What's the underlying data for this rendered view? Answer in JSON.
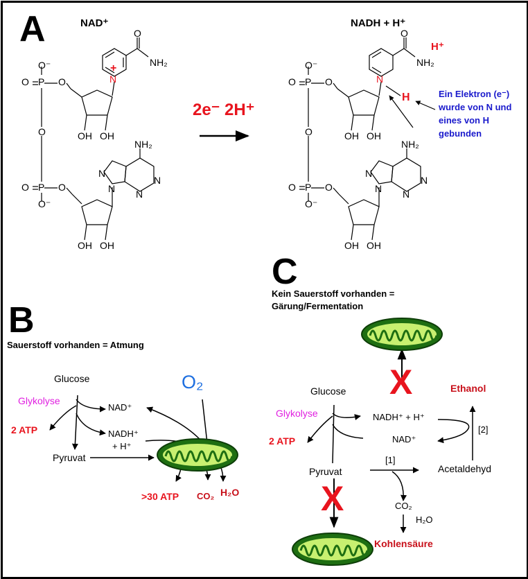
{
  "panel_a": {
    "letter": "A",
    "left_title": "NAD⁺",
    "right_title": "NADH + H⁺",
    "reaction_label": "2e⁻ 2H⁺",
    "h_plus": "H⁺",
    "h_label": "H",
    "note_line1": "Ein Elektron (e⁻)",
    "note_line2": "wurde von N und",
    "note_line3": "eines von H",
    "note_line4": "gebunden",
    "atoms": {
      "O": "O",
      "P": "P",
      "OH": "OH",
      "N": "N",
      "NH2": "NH₂",
      "Om": "O⁻",
      "plus": "+"
    }
  },
  "panel_b": {
    "letter": "B",
    "subtitle": "Sauerstoff vorhanden = Atmung",
    "glucose": "Glucose",
    "glykolyse": "Glykolyse",
    "atp2": "2 ATP",
    "nad": "NAD⁺",
    "nadh1": "NADH⁺",
    "nadh2": "+ H⁺",
    "pyruvat": "Pyruvat",
    "o2": "O₂",
    "atp30": ">30 ATP",
    "co2": "CO₂",
    "h2o": "H₂O"
  },
  "panel_c": {
    "letter": "C",
    "subtitle1": "Kein Sauerstoff vorhanden =",
    "subtitle2": "Gärung/Fermentation",
    "glucose": "Glucose",
    "glykolyse": "Glykolyse",
    "atp2": "2 ATP",
    "nadh": "NADH⁺ + H⁺",
    "nad": "NAD⁺",
    "ethanol": "Ethanol",
    "step2": "[2]",
    "step1": "[1]",
    "pyruvat": "Pyruvat",
    "acetaldehyd": "Acetaldehyd",
    "co2": "CO₂",
    "h2o": "H₂O",
    "kohlensaeure": "Kohlensäure",
    "cross": "X"
  },
  "colors": {
    "red": "#e8141e",
    "darkred": "#c8101a",
    "magenta": "#e020e0",
    "blue": "#1a1acc",
    "o2blue": "#1e6fe0",
    "mito_dark": "#1e6e12",
    "mito_light": "#c8f070"
  }
}
